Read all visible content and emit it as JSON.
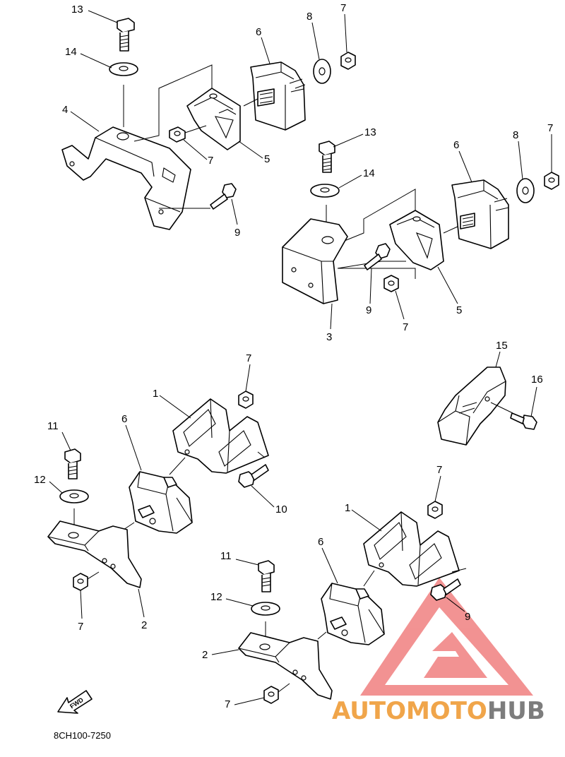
{
  "diagram": {
    "part_code": "8CH100-7250",
    "fwd_label": "FWD",
    "callouts": [
      {
        "id": "c13a",
        "label": "13"
      },
      {
        "id": "c14a",
        "label": "14"
      },
      {
        "id": "c4",
        "label": "4"
      },
      {
        "id": "c6a",
        "label": "6"
      },
      {
        "id": "c8a",
        "label": "8"
      },
      {
        "id": "c7a",
        "label": "7"
      },
      {
        "id": "c7b",
        "label": "7"
      },
      {
        "id": "c5a",
        "label": "5"
      },
      {
        "id": "c9a",
        "label": "9"
      },
      {
        "id": "c13b",
        "label": "13"
      },
      {
        "id": "c14b",
        "label": "14"
      },
      {
        "id": "c6b",
        "label": "6"
      },
      {
        "id": "c8b",
        "label": "8"
      },
      {
        "id": "c7c",
        "label": "7"
      },
      {
        "id": "c9b",
        "label": "9"
      },
      {
        "id": "c3",
        "label": "3"
      },
      {
        "id": "c7d",
        "label": "7"
      },
      {
        "id": "c5b",
        "label": "5"
      },
      {
        "id": "c15",
        "label": "15"
      },
      {
        "id": "c16",
        "label": "16"
      },
      {
        "id": "c7e",
        "label": "7"
      },
      {
        "id": "c1a",
        "label": "1"
      },
      {
        "id": "c6c",
        "label": "6"
      },
      {
        "id": "c11a",
        "label": "11"
      },
      {
        "id": "c12a",
        "label": "12"
      },
      {
        "id": "c10",
        "label": "10"
      },
      {
        "id": "c7f",
        "label": "7"
      },
      {
        "id": "c2a",
        "label": "2"
      },
      {
        "id": "c7g",
        "label": "7"
      },
      {
        "id": "c1b",
        "label": "1"
      },
      {
        "id": "c6d",
        "label": "6"
      },
      {
        "id": "c11b",
        "label": "11"
      },
      {
        "id": "c12b",
        "label": "12"
      },
      {
        "id": "c9c",
        "label": "9"
      },
      {
        "id": "c2b",
        "label": "2"
      },
      {
        "id": "c7h",
        "label": "7"
      }
    ]
  },
  "watermark": {
    "prefix": "AUTOMOTO",
    "suffix": "HUB",
    "prefix_color": "#f0a54a",
    "suffix_color": "#7d7d7d",
    "logo_color": "#f08080"
  }
}
